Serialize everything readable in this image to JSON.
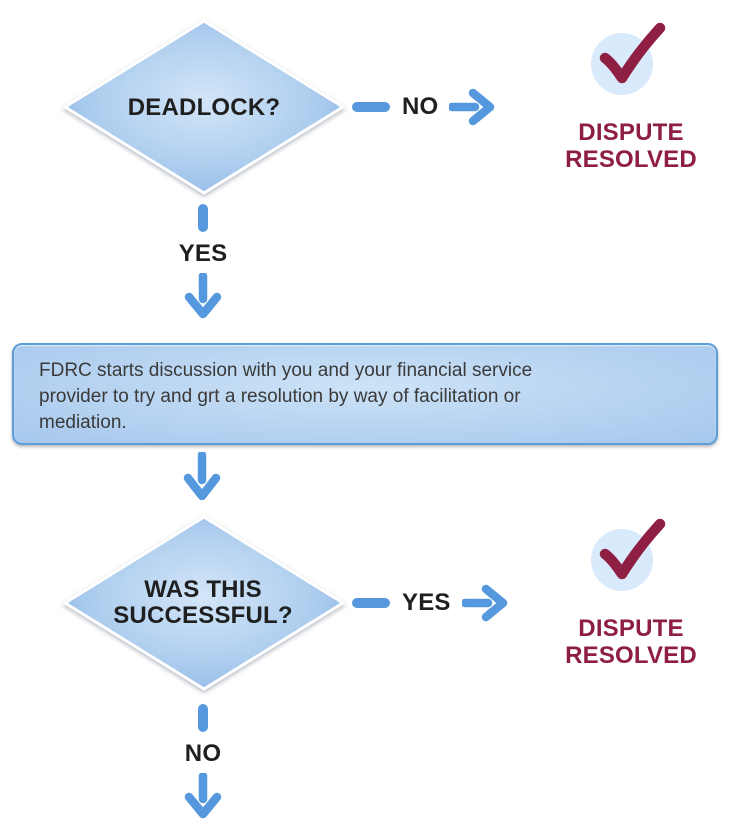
{
  "colors": {
    "arrow_blue": "#5598dd",
    "maroon": "#8e1f43",
    "diamond_center": "#d3e5f8",
    "diamond_mid": "#afcfef",
    "diamond_edge": "#8fb7e4",
    "box_border": "#5f9dd9",
    "box_fill_center": "#cde3f7",
    "box_fill_edge": "#a6c8ed",
    "circle_fill": "#d9eafc",
    "heading_text": "#1f1f1f",
    "body_text": "#3a3a3a"
  },
  "flowchart": {
    "deadlock_decision": {
      "question": "DEADLOCK?"
    },
    "deadlock_no_branch": {
      "label": "NO"
    },
    "dispute_resolved_top": {
      "label": "DISPUTE RESOLVED"
    },
    "deadlock_yes_branch": {
      "label": "YES"
    },
    "fdrc_process": {
      "text": "FDRC starts discussion with you and your financial service provider to try and grt a resolution by way of facilitation or mediation."
    },
    "success_decision": {
      "question": "WAS THIS SUCCESSFUL?"
    },
    "success_yes_branch": {
      "label": "YES"
    },
    "dispute_resolved_bottom": {
      "label": "DISPUTE RESOLVED"
    },
    "success_no_branch": {
      "label": "NO"
    }
  }
}
